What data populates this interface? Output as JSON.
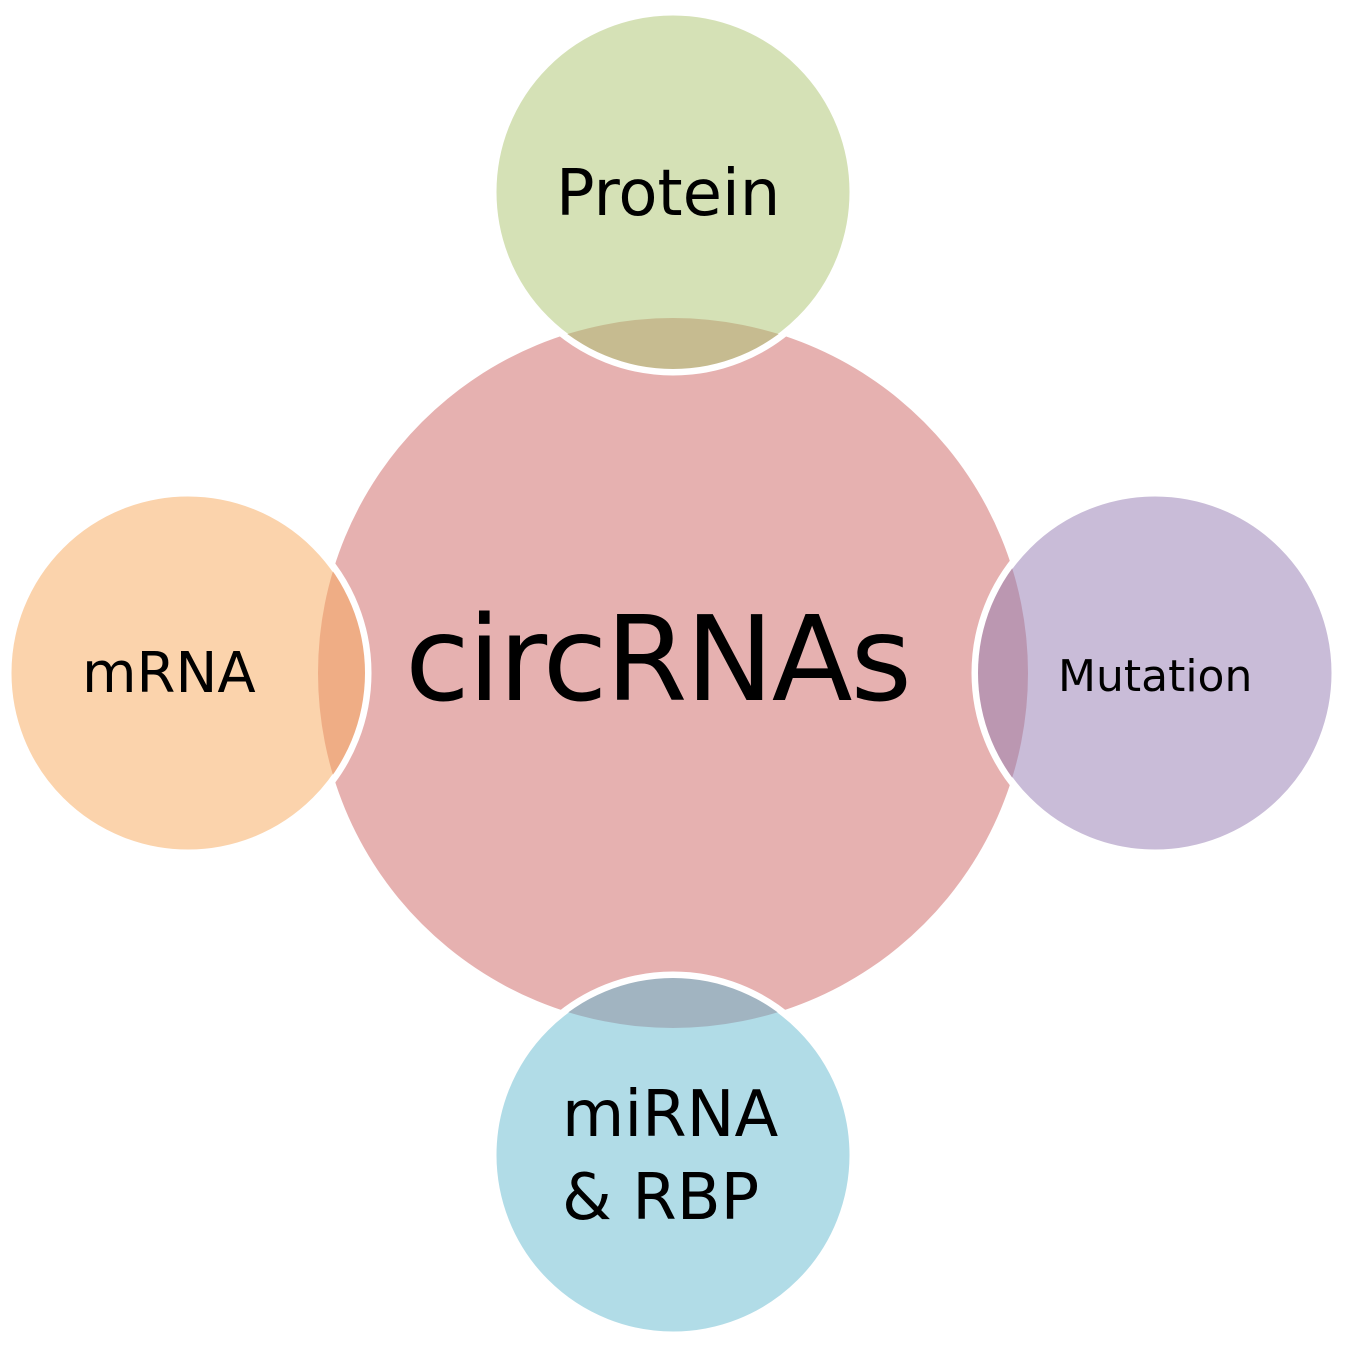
{
  "diagram": {
    "center": {
      "label": "circRNAs",
      "color": "#e6b1b0"
    },
    "nodes": {
      "top": {
        "label": "Protein",
        "color": "#d5e1b6",
        "overlap_color": "#c6bb90"
      },
      "left": {
        "label": "mRNA",
        "color": "#fbd3ac",
        "overlap_color": "#efad85"
      },
      "right": {
        "label": "Mutation",
        "color": "#c9bcd8",
        "overlap_color": "#bb97b1"
      },
      "bottom": {
        "line1": "miRNA",
        "line2": "& RBP",
        "color": "#b1dce7",
        "overlap_color": "#a1b4c1"
      }
    },
    "outline_color": "#ffffff"
  }
}
